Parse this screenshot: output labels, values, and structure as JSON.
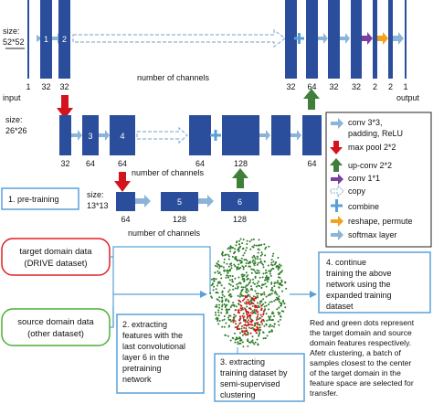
{
  "row1": {
    "size_label": "size:",
    "size_value": "52*52",
    "block_1": "1",
    "block_2": "2",
    "ch_1": "1",
    "ch_2": "32",
    "ch_3": "32",
    "ch_4": "32",
    "ch_5": "64",
    "ch_6": "32",
    "ch_7": "32",
    "ch_8": "2",
    "ch_9": "2",
    "ch_10": "1",
    "input_label": "input",
    "output_label": "output",
    "channels_label": "number of channels"
  },
  "row2": {
    "size_label": "size:",
    "size_value": "26*26",
    "block_3": "3",
    "block_4": "4",
    "ch_1": "32",
    "ch_2": "64",
    "ch_3": "64",
    "ch_4": "64",
    "ch_5": "128",
    "ch_6": "64",
    "channels_label": "number of channels"
  },
  "row3": {
    "size_label": "size:",
    "size_value": "13*13",
    "block_5": "5",
    "block_6": "6",
    "ch_1": "64",
    "ch_2": "128",
    "ch_3": "128",
    "channels_label": "number of channels"
  },
  "legend": {
    "conv_line1": "conv 3*3,",
    "conv_line2": "padding, ReLU",
    "maxpool": "max pool 2*2",
    "upconv": "up-conv 2*2",
    "conv1": "conv 1*1",
    "copy": "copy",
    "combine": "combine",
    "reshape": "reshape, permute",
    "softmax": "softmax layer"
  },
  "pretraining": "1. pre-training",
  "target_box": {
    "line1": "target domain data",
    "line2": "(DRIVE dataset)"
  },
  "source_box": {
    "line1": "source domain data",
    "line2": "(other dataset)"
  },
  "step2": [
    "2. extracting",
    "features with the",
    "last convolutional",
    "layer 6 in the",
    "pretraining",
    "network"
  ],
  "step3": [
    "3. extracting",
    "training dataset by",
    "semi-supervised",
    "clustering"
  ],
  "step4": [
    "4. continue",
    "training the above",
    "network using the",
    "expanded training",
    "dataset"
  ],
  "caption": [
    "Red and green dots represent",
    "the target domain and source",
    "domain features respectively.",
    "Afetr clustering, a batch of",
    "samples closest to the center",
    "of the target domain in the",
    "feature space are selected for",
    "transfer."
  ],
  "colors": {
    "block": "#2a4d9c",
    "conv_arrow": "#8cb4d8",
    "maxpool": "#d4141c",
    "upconv": "#3f7f3a",
    "conv1": "#7a3fa0",
    "reshape": "#f3a21b",
    "box_blue": "#5aa0d8",
    "box_red": "#e02020",
    "box_green": "#4caf3a",
    "dot_green": "#2f7d2a",
    "dot_red": "#d01818"
  }
}
